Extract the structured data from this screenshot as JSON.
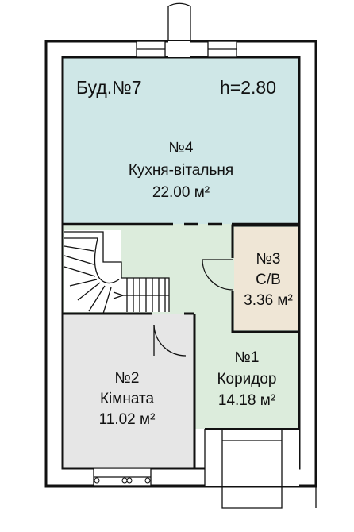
{
  "header": {
    "building": "Буд.№7",
    "height": "h=2.80"
  },
  "rooms": [
    {
      "id": "r4",
      "number": "№4",
      "name": "Кухня-вітальня",
      "area": "22.00 м²",
      "fill": "#cfe7e7"
    },
    {
      "id": "r3",
      "number": "№3",
      "name": "С/В",
      "area": "3.36 м²",
      "fill": "#efe6d6"
    },
    {
      "id": "r2",
      "number": "№2",
      "name": "Кімната",
      "area": "11.02 м²",
      "fill": "#e6e6e6"
    },
    {
      "id": "r1",
      "number": "№1",
      "name": "Коридор",
      "area": "14.18 м²",
      "fill": "#dcecdc"
    }
  ],
  "colors": {
    "wall": "#111111",
    "background": "#ffffff"
  }
}
